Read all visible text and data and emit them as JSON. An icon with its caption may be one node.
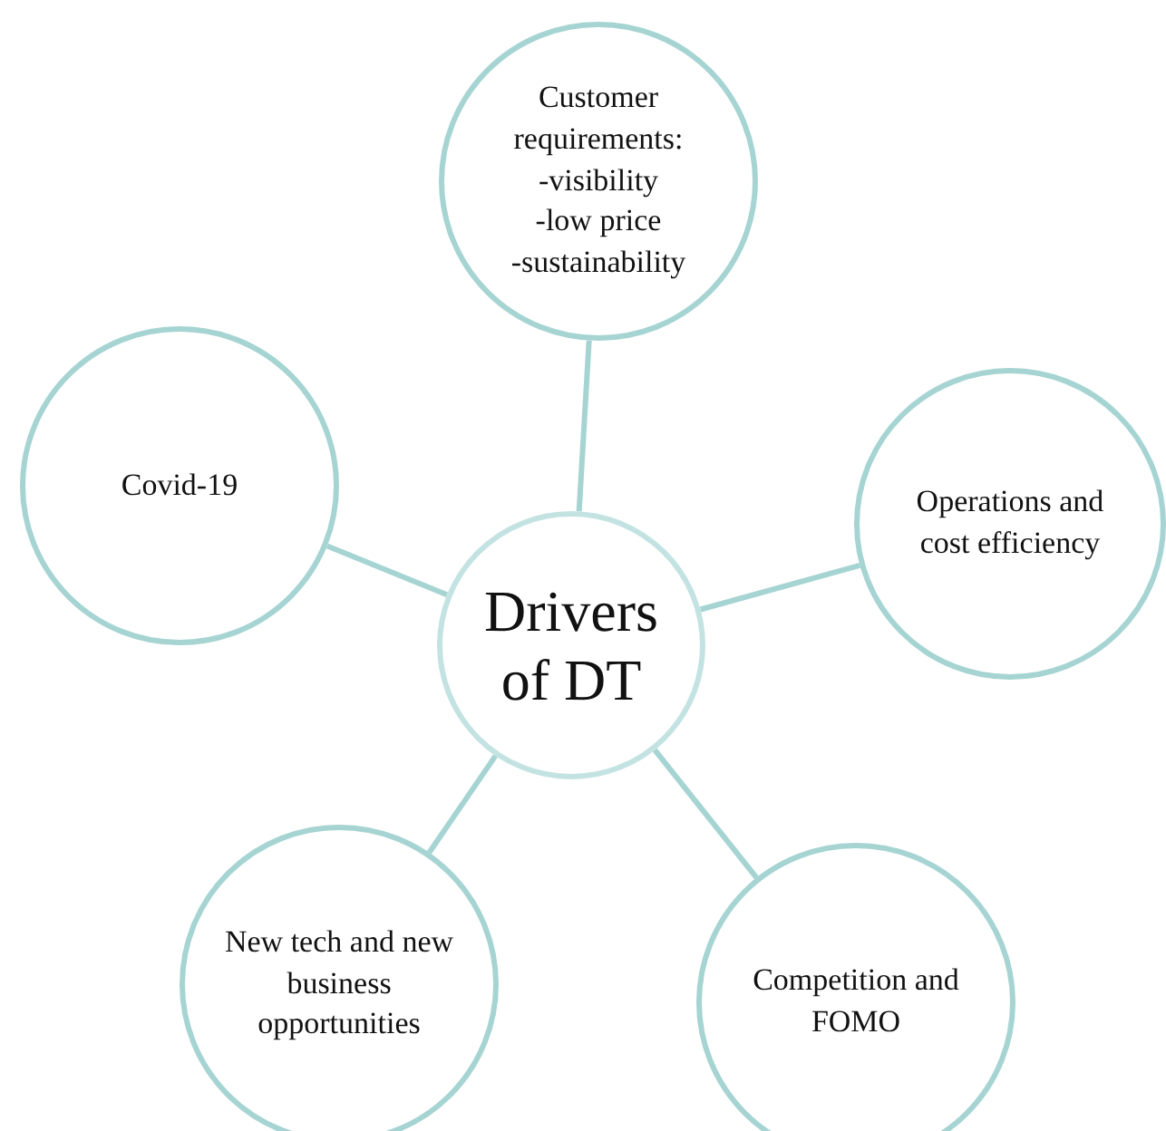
{
  "diagram": {
    "nodes": [
      {
        "text": [
          "Customer requirements:",
          "-visibility",
          "-low price",
          "-sustainability"
        ]
      },
      {
        "text": [
          "Covid-19"
        ]
      },
      {
        "text": [
          "Drivers of DT"
        ]
      },
      {
        "text": [
          "Operations and cost efficiency"
        ]
      },
      {
        "text": [
          "New tech and new business opportunities"
        ]
      },
      {
        "text": [
          "Competition and FOMO"
        ]
      }
    ],
    "edges": [
      {
        "from": 2,
        "to": 0,
        "arrow": "none"
      },
      {
        "from": 2,
        "to": 1,
        "arrow": "none"
      },
      {
        "from": 2,
        "to": 3,
        "arrow": "none"
      },
      {
        "from": 2,
        "to": 4,
        "arrow": "none"
      },
      {
        "from": 2,
        "to": 5,
        "arrow": "none"
      }
    ]
  }
}
